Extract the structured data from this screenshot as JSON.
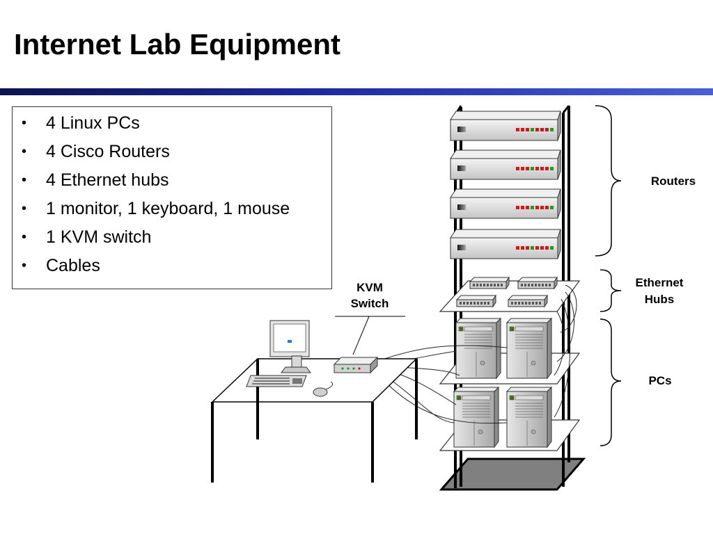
{
  "slide": {
    "title": "Internet Lab Equipment"
  },
  "bullets": [
    "4 Linux PCs",
    "4 Cisco Routers",
    "4 Ethernet hubs",
    "1 monitor, 1 keyboard, 1 mouse",
    "1 KVM switch",
    "Cables"
  ],
  "diagram": {
    "kvm_label_line1": "KVM",
    "kvm_label_line2": "Switch",
    "routers_label": "Routers",
    "hubs_label_line1": "Ethernet",
    "hubs_label_line2": "Hubs",
    "pcs_label": "PCs"
  },
  "colors": {
    "title_bar_dark": "#0d1450",
    "title_bar_light": "#4a5fd8",
    "led_red": "#d01818",
    "led_green": "#18a018"
  }
}
